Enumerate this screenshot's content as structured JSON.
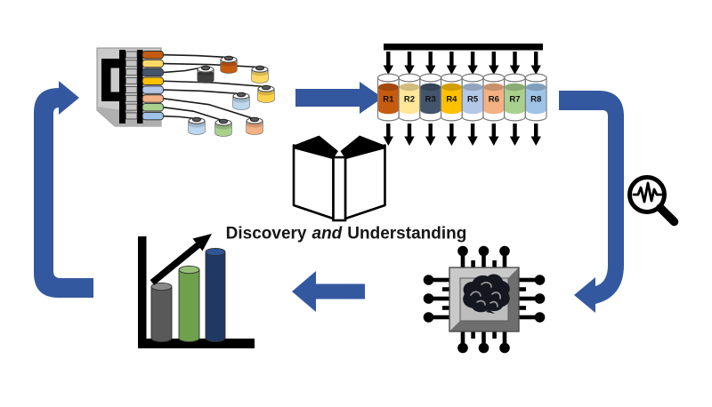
{
  "caption": {
    "word1": "Discovery",
    "word2": "and",
    "word3": "Understanding"
  },
  "palette": {
    "cycle_arrow": "#33589F",
    "outline_black": "#000000",
    "background": "#FFFFFF"
  },
  "reactors": {
    "items": [
      {
        "label": "R1",
        "color": "#C55A11"
      },
      {
        "label": "R2",
        "color": "#FFE699"
      },
      {
        "label": "R3",
        "color": "#44546A"
      },
      {
        "label": "R4",
        "color": "#FFC000"
      },
      {
        "label": "R5",
        "color": "#B4C7E7"
      },
      {
        "label": "R6",
        "color": "#F4B183"
      },
      {
        "label": "R7",
        "color": "#A9D18E"
      },
      {
        "label": "R8",
        "color": "#9DC3E6"
      }
    ]
  },
  "device": {
    "body_color": "#CACACA",
    "shade_color": "#AFAFAF",
    "channels": [
      {
        "color": "#C55A11"
      },
      {
        "color": "#FFD966"
      },
      {
        "color": "#44546A"
      },
      {
        "color": "#FFC000"
      },
      {
        "color": "#B4C7E7"
      },
      {
        "color": "#F4B183"
      },
      {
        "color": "#A9D18E"
      },
      {
        "color": "#9DC3E6"
      }
    ],
    "vials": [
      {
        "color": "#C55A11"
      },
      {
        "color": "#FFD966"
      },
      {
        "color": "#3F3F3F"
      },
      {
        "color": "#FFD34D"
      },
      {
        "color": "#BDD7EE"
      },
      {
        "color": "#F4B183"
      },
      {
        "color": "#A9D18E"
      },
      {
        "color": "#BDD7EE"
      }
    ]
  },
  "chart": {
    "bars": [
      {
        "color": "#595959",
        "top": "#8A8A8A"
      },
      {
        "color": "#6FA04B",
        "top": "#95BE74"
      },
      {
        "color": "#1F3864",
        "top": "#2F5597"
      }
    ]
  },
  "chip": {
    "frame": "#9A9A9A",
    "bevel_light": "#C9C9C9",
    "bevel_dark": "#6E6E6E",
    "face": "#BDBDBD",
    "brain": "#14171F",
    "fold": "#9E9E9E"
  }
}
